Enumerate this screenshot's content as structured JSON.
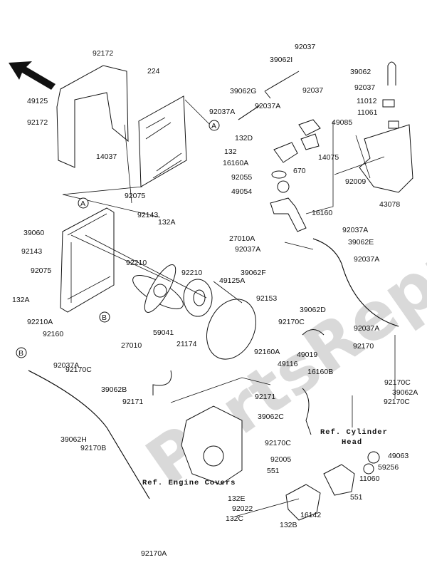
{
  "diagram": {
    "watermark": "PartsRepublik",
    "labels": [
      "92172",
      "224",
      "49125",
      "92172",
      "14037",
      "92075",
      "92143",
      "132A",
      "39060",
      "92143",
      "92075",
      "132A",
      "92210",
      "92210",
      "49125A",
      "92210A",
      "92160",
      "59041",
      "21174",
      "27010",
      "92153",
      "92037A",
      "92170C",
      "39062B",
      "92171",
      "92170B",
      "39062H",
      "132E",
      "92022",
      "132C",
      "132B",
      "16142",
      "92170A",
      "551",
      "92005",
      "92170C",
      "39062C",
      "11060",
      "551",
      "59256",
      "49063",
      "92170C",
      "39062A",
      "92170C",
      "92171",
      "49116",
      "92160A",
      "16160B",
      "49019",
      "92170",
      "92170C",
      "39062D",
      "92037A",
      "92037A",
      "39062F",
      "39062E",
      "92037A",
      "92037A",
      "27010A",
      "16160",
      "49054",
      "92055",
      "16160A",
      "670",
      "132",
      "132D",
      "14075",
      "49085",
      "92037A",
      "92037A",
      "39062G",
      "92037",
      "39062I",
      "92037",
      "92009",
      "43078",
      "39062",
      "92037",
      "11012",
      "11061"
    ],
    "references": [
      "Ref. Engine Covers",
      "Ref. Cylinder",
      "Head"
    ],
    "connectors": [
      "A",
      "A",
      "B",
      "B"
    ]
  }
}
